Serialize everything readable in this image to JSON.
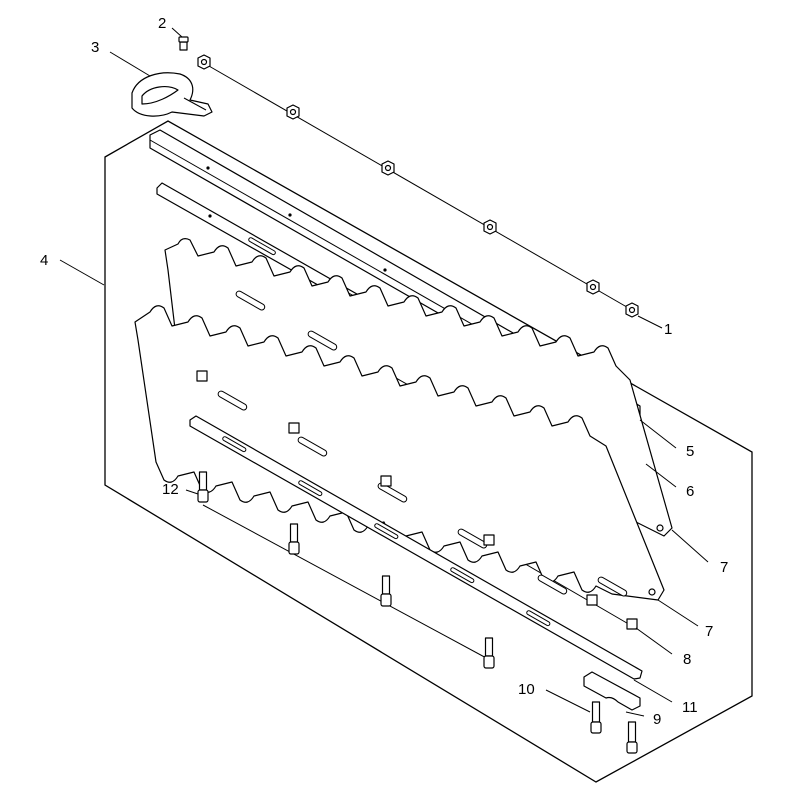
{
  "diagram": {
    "callouts": [
      {
        "id": "c1",
        "label": "1"
      },
      {
        "id": "c2",
        "label": "2"
      },
      {
        "id": "c3",
        "label": "3"
      },
      {
        "id": "c4",
        "label": "4"
      },
      {
        "id": "c5",
        "label": "5"
      },
      {
        "id": "c6",
        "label": "6"
      },
      {
        "id": "c7a",
        "label": "7"
      },
      {
        "id": "c7b",
        "label": "7"
      },
      {
        "id": "c8",
        "label": "8"
      },
      {
        "id": "c9",
        "label": "9"
      },
      {
        "id": "c10",
        "label": "10"
      },
      {
        "id": "c11",
        "label": "11"
      },
      {
        "id": "c12",
        "label": "12"
      }
    ]
  }
}
